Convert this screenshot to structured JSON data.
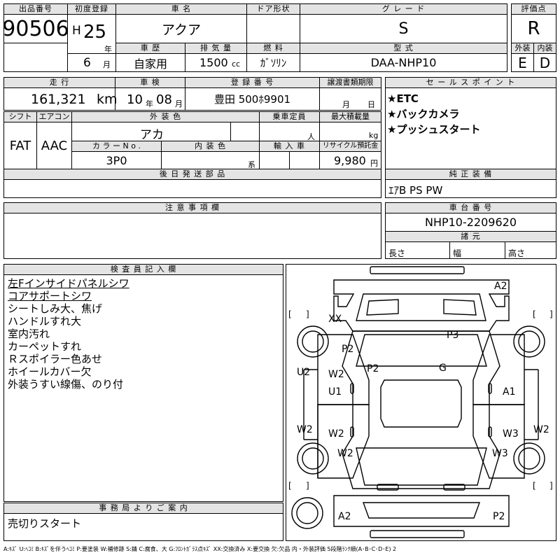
{
  "row1": {
    "lot_label": "出品番号",
    "lot_value": "90506",
    "first_reg_label": "初度登録",
    "era": "H",
    "year_value": "25",
    "year_unit": "年",
    "month_value": "6",
    "month_unit": "月",
    "car_name_label": "車 名",
    "car_name_value": "アクア",
    "door_label": "ドア形状",
    "door_value": "",
    "grade_label": "グ レ ー ド",
    "grade_value": "S",
    "score_label": "評価点",
    "score_value": "R",
    "history_label": "車 歴",
    "history_value": "自家用",
    "displacement_label": "排 気 量",
    "displacement_value": "1500",
    "displacement_unit": "cc",
    "fuel_label": "燃 料",
    "fuel_value": "ｶﾞｿﾘﾝ",
    "model_label": "型 式",
    "model_value": "DAA-NHP10",
    "exterior_label": "外装",
    "exterior_value": "E",
    "interior_label": "内装",
    "interior_value": "D"
  },
  "row2": {
    "mileage_label": "走 行",
    "mileage_value": "161,321",
    "mileage_unit": "km",
    "inspection_label": "車 検",
    "insp_year": "10",
    "insp_year_unit": "年",
    "insp_month": "08",
    "insp_month_unit": "月",
    "reg_no_label": "登 録 番 号",
    "reg_no_value": "豊田 500ﾎ9901",
    "transfer_label": "譲渡書類期限",
    "transfer_month_unit": "月",
    "transfer_day_unit": "日",
    "selling_label": "セ ー ル ス ポ イ ン ト",
    "selling_points": [
      "★ETC",
      "★バックカメラ",
      "★プッシュスタート"
    ],
    "shift_label": "シフト",
    "shift_value": "FAT",
    "ac_label": "エアコン",
    "ac_value": "AAC",
    "ext_color_label": "外 装 色",
    "ext_color_value": "アカ",
    "capacity_label": "乗車定員",
    "capacity_unit": "人",
    "load_label": "最大積載量",
    "load_unit": "kg",
    "color_no_label": "カ ラ ー  N o .",
    "color_no_value": "3P0",
    "int_color_label": "内 装 色",
    "int_color_unit": "系",
    "import_label": "輸 入 車",
    "recycle_label": "リサイクル預託金",
    "recycle_value": "9,980",
    "recycle_unit": "円",
    "accessories_label": "後 日 発 送 部 品",
    "accessories_value": "",
    "equipment_label": "純 正 装 備",
    "equipment_value": "ｴｱB PS PW"
  },
  "notes": {
    "label": "注 意 事 項 欄",
    "value": ""
  },
  "chassis": {
    "label": "車 台 番 号",
    "value": "NHP10-2209620",
    "dims_label": "諸 元",
    "length_label": "長さ",
    "width_label": "幅",
    "height_label": "高さ"
  },
  "inspector": {
    "label": "検 査 員 記 入 欄",
    "lines": [
      "左Fインサイドパネルシワ",
      "コアサポートシワ",
      "シートしみ大、焦げ",
      "ハンドルすれ大",
      "室内汚れ",
      "カーペットすれ",
      "Ｒスポイラー色あせ",
      "ホイールカバー欠",
      "外装うすい線傷、のり付"
    ]
  },
  "office": {
    "label": "事 務 局 よ り ご 案 内",
    "value": "売切りスタート"
  },
  "diagram_marks": {
    "a2_top": "A2",
    "xx": "XX",
    "p3": "P3",
    "p2_left": "P2",
    "p2_mid": "P2",
    "g": "G",
    "u2": "U2",
    "w2_a": "W2",
    "u1": "U1",
    "a1": "A1",
    "w2_b": "W2",
    "w2_c": "W2",
    "w3_a": "W3",
    "w2_right": "W2",
    "w2_d": "W2",
    "w3_b": "W3",
    "a2_bottom": "A2",
    "p2_bottom": "P2"
  },
  "legend": "A:ｷｽﾞ U:ﾍｺﾐ B:ｷｽﾞを伴うﾍｺﾐ P:要塗装 W:補修跡 S:錆 C:腐食、大 G:ﾌﾛﾝﾄｶﾞﾗｽ点ｷｽﾞ XX:交換済み X:要交換 欠:欠品 内・外装評価 5段階ﾗﾝｸ順(A･B･C･D･E) 2"
}
